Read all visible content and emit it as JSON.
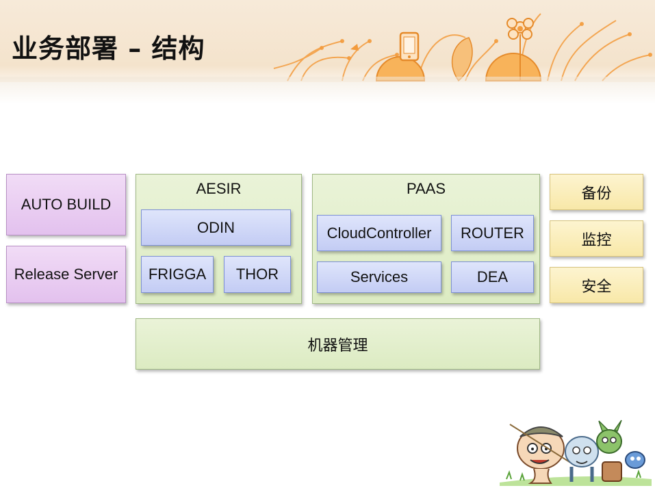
{
  "slide": {
    "title": "业务部署 – 结构"
  },
  "left_boxes": [
    {
      "label": "AUTO BUILD"
    },
    {
      "label": "Release Server"
    }
  ],
  "aesir": {
    "title": "AESIR",
    "items": [
      {
        "label": "ODIN"
      },
      {
        "label": "FRIGGA"
      },
      {
        "label": "THOR"
      }
    ]
  },
  "paas": {
    "title": "PAAS",
    "items": [
      {
        "label": "CloudController"
      },
      {
        "label": "ROUTER"
      },
      {
        "label": "Services"
      },
      {
        "label": "DEA"
      }
    ]
  },
  "right_boxes": [
    {
      "label": "备份"
    },
    {
      "label": "监控"
    },
    {
      "label": "安全"
    }
  ],
  "bottom_box": {
    "label": "机器管理"
  },
  "colors": {
    "purple": "#e3c1ee",
    "green": "#dcebc2",
    "blue": "#c3ccf4",
    "yellow": "#f8e8a8",
    "header": "#f4e3cc",
    "decoration_orange": "#f39b3c"
  },
  "icons": [
    "phone-icon",
    "flower-decoration",
    "mascot-illustration"
  ]
}
